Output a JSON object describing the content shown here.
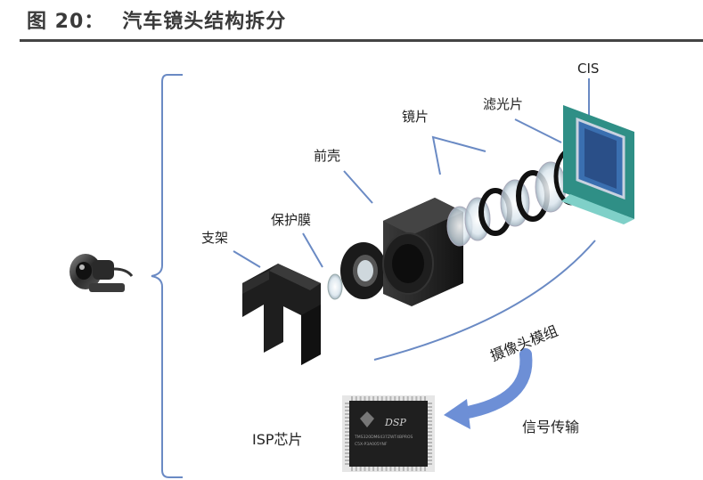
{
  "figure": {
    "number": "图 20：",
    "title": "汽车镜头结构拆分"
  },
  "labels": {
    "cis": "CIS",
    "filter": "滤光片",
    "lens": "镜片",
    "front_shell": "前壳",
    "protective_film": "保护膜",
    "bracket": "支架",
    "camera_module": "摄像头模组",
    "signal_transmission": "信号传输",
    "isp_chip": "ISP芯片"
  },
  "chip": {
    "brand": "DSP",
    "marking_line1": "TMS320DM6437ZWT4BPROS",
    "marking_line2": "C5X-P3A005YNF"
  },
  "colors": {
    "bracket": "#6a8ac4",
    "arrow": "#6d8fd6",
    "part_dark": "#1c1c1c",
    "cis_board": "#2f8f86",
    "cis_sensor": "#3a6fb0"
  }
}
